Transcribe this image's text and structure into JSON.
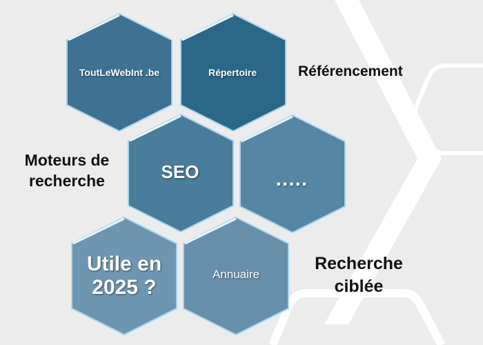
{
  "hexagons": [
    {
      "label": "ToutLeWebInt .be",
      "color": "#3e7192"
    },
    {
      "label": "Répertoire",
      "color": "#2b6787"
    },
    {
      "label": "SEO",
      "color": "#4a7d9b"
    },
    {
      "label": ".....",
      "color": "#5586a3"
    },
    {
      "label": "Utile en 2025 ?",
      "color": "#6f96b0"
    },
    {
      "label": "Annuaire",
      "color": "#6890ab"
    }
  ],
  "labels": {
    "referencement": "Référencement",
    "moteurs": "Moteurs de recherche",
    "recherche": "Recherche ciblée"
  },
  "colors": {
    "background": "#ececec",
    "gap": "#ffffff"
  }
}
